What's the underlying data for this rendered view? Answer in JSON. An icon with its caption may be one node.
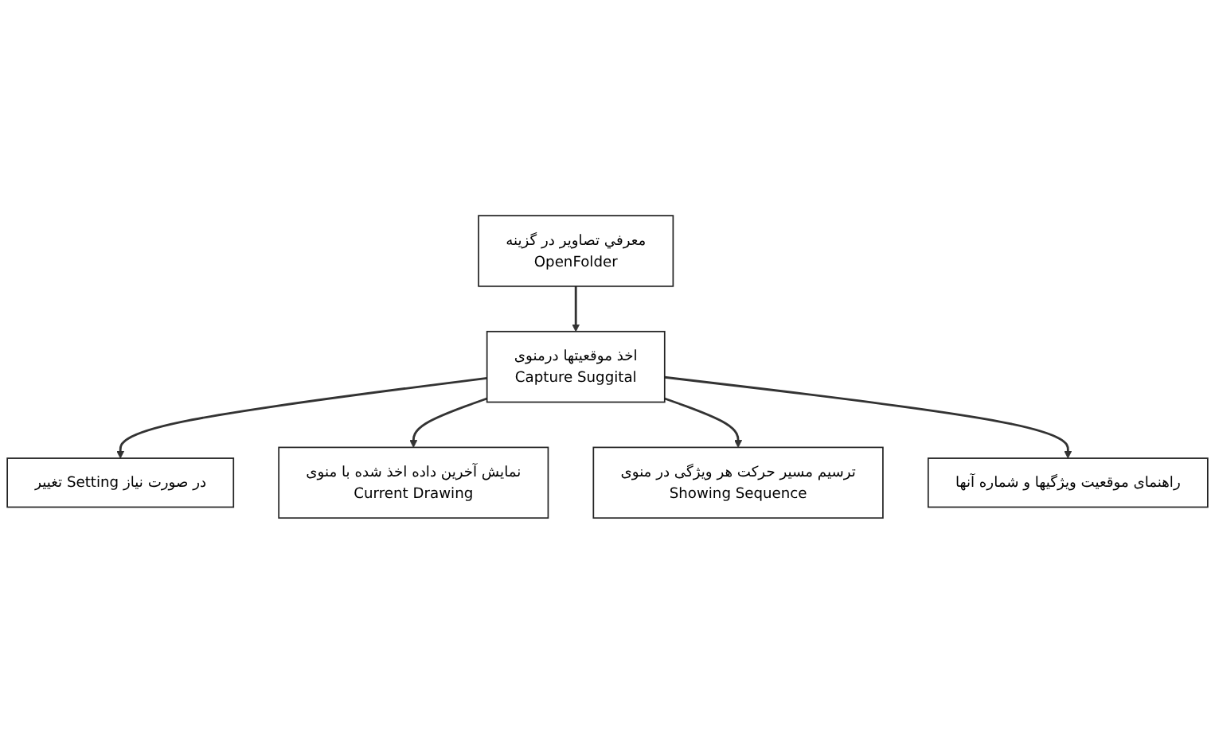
{
  "diagram": {
    "nodes": [
      {
        "text": [
          "معرفي تصاوير در گزينه",
          "OpenFolder"
        ]
      },
      {
        "text": [
          "اخذ موقعيتها درمنوى",
          "Capture Suggital"
        ]
      },
      {
        "text": [
          "تغيير Setting در صورت نياز"
        ]
      },
      {
        "text": [
          "نمايش آخرين داده اخذ شده با منوى",
          "Current Drawing"
        ]
      },
      {
        "text": [
          "ترسيم مسير حركت هر ويژگى در منوى",
          "Showing Sequence"
        ]
      },
      {
        "text": [
          "راهنماى موقعيت ويژگيها و شماره آنها"
        ]
      }
    ],
    "edges": [
      {
        "from": 0,
        "to": 1,
        "arrow": "to"
      },
      {
        "from": 1,
        "to": 2,
        "arrow": "to"
      },
      {
        "from": 1,
        "to": 3,
        "arrow": "to"
      },
      {
        "from": 1,
        "to": 4,
        "arrow": "to"
      },
      {
        "from": 1,
        "to": 5,
        "arrow": "to"
      }
    ]
  }
}
